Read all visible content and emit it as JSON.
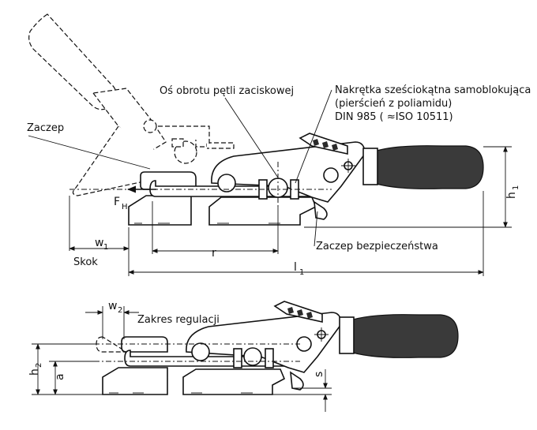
{
  "labels": {
    "pivot_axis": "Oś obrotu pętli zaciskowej",
    "hex_nut_line1": "Nakrętka sześciokątna samoblokująca",
    "hex_nut_line2": "(pierścień z poliamidu)",
    "hex_nut_line3": "DIN 985 ( ≈ISO 10511)",
    "catch": "Zaczep",
    "safety_catch": "Zaczep bezpieczeństwa",
    "stroke": "Skok",
    "adjust_range": "Zakres regulacji"
  },
  "dimensions": {
    "force": "F",
    "force_sub": "H",
    "w1": "w",
    "w1_sub": "1",
    "r": "r",
    "l1": "l",
    "l1_sub": "1",
    "h1": "h",
    "h1_sub": "1",
    "w2": "w",
    "w2_sub": "2",
    "h2": "h",
    "h2_sub": "2",
    "a": "a",
    "s": "s"
  }
}
